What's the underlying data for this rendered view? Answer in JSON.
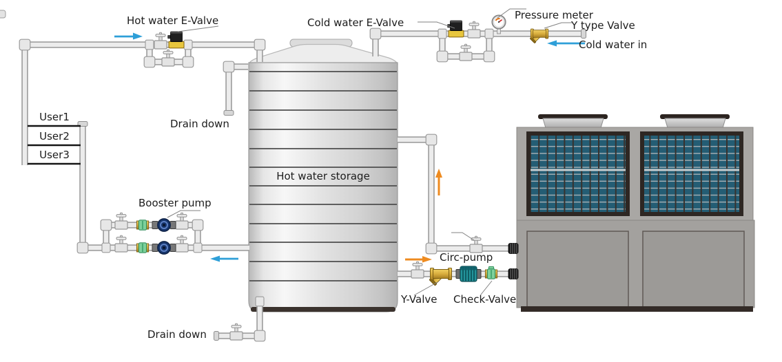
{
  "labels": {
    "hot_water_e_valve": "Hot water E-Valve",
    "cold_water_e_valve": "Cold water E-Valve",
    "pressure_meter": "Pressure meter",
    "y_type_valve": "Y type Valve",
    "cold_water_in": "Cold water in",
    "drain_down_top": "Drain down",
    "users": [
      "User1",
      "User2",
      "User3"
    ],
    "booster_pump": "Booster pump",
    "tank": "Hot water storage",
    "circ_pump": "Circ-pump",
    "y_valve": "Y-Valve",
    "check_valve": "Check-Valve",
    "drain_down_bottom": "Drain down"
  },
  "colors": {
    "cold_arrow": "#2e9fd8",
    "hot_arrow": "#ee8b20",
    "pipe_fill": "#ececec",
    "pipe_edge": "#9e9e9e",
    "brass": "#d9ae3e",
    "solenoid_yellow": "#e8c63d",
    "solenoid_black": "#1f1f1f",
    "check_green": "#7dd09c",
    "booster_navy": "#17356b",
    "circ_teal": "#23949b",
    "coil_teal": "#245d74",
    "tank_band": "#4d4d4d",
    "cabinet_gray": "#a9a7a4",
    "cabinet_door": "#9c9a97",
    "leader_line": "#808080"
  }
}
